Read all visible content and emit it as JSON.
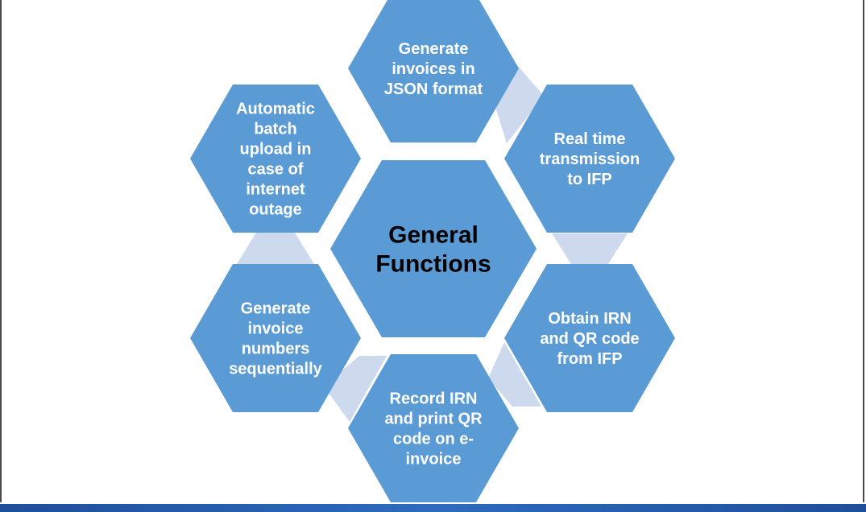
{
  "center": {
    "lines": [
      "General",
      "Functions"
    ]
  },
  "nodes": [
    {
      "id": "json",
      "lines": [
        "Generate",
        "invoices in",
        "JSON format"
      ]
    },
    {
      "id": "transmit",
      "lines": [
        "Real time",
        "transmission",
        "to IFP"
      ]
    },
    {
      "id": "irn-qr",
      "lines": [
        "Obtain IRN",
        "and QR code",
        "from IFP"
      ]
    },
    {
      "id": "record",
      "lines": [
        "Record IRN",
        "and print QR",
        "code on e-",
        "invoice"
      ]
    },
    {
      "id": "sequential",
      "lines": [
        "Generate",
        "invoice",
        "numbers",
        "sequentially"
      ]
    },
    {
      "id": "batch",
      "lines": [
        "Automatic",
        "batch",
        "upload in",
        "case of",
        "internet",
        "outage"
      ]
    }
  ],
  "colors": {
    "hex_fill": "#5b9bd5",
    "connector_fill": "#cdd9ed",
    "center_text": "#000000",
    "node_text": "#ffffff"
  }
}
